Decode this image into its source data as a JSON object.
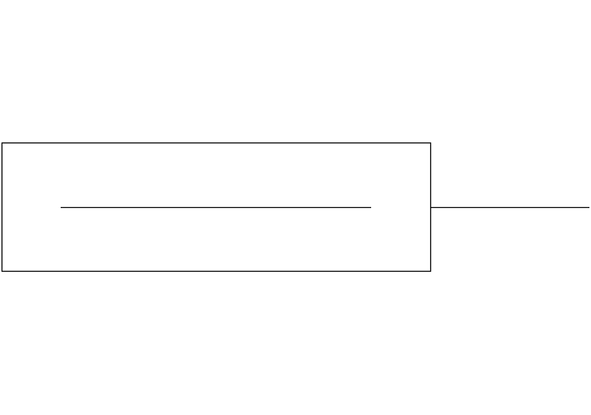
{
  "diagram": {
    "stroke_color": "#000000",
    "background_color": "#ffffff",
    "shapes": [
      {
        "kind": "rectangle",
        "name": "component-box"
      },
      {
        "kind": "line",
        "name": "inner-line"
      },
      {
        "kind": "line",
        "name": "lead-line"
      }
    ]
  }
}
